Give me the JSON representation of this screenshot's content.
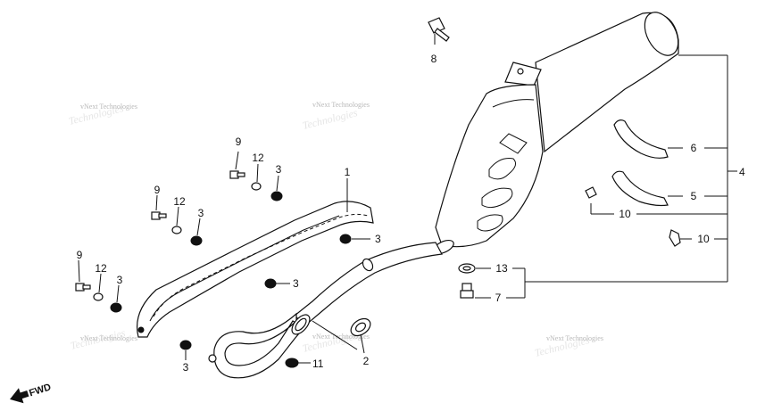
{
  "labels": {
    "l1": "1",
    "l2": "2",
    "l3a": "3",
    "l3b": "3",
    "l3c": "3",
    "l3d": "3",
    "l3e": "3",
    "l3f": "3",
    "l4": "4",
    "l5": "5",
    "l6": "6",
    "l7": "7",
    "l8": "8",
    "l9a": "9",
    "l9b": "9",
    "l9c": "9",
    "l10a": "10",
    "l10b": "10",
    "l11": "11",
    "l12a": "12",
    "l12b": "12",
    "l12c": "12",
    "l13": "13"
  },
  "watermark": "vNext Technologies",
  "fwd_label": "FWD"
}
